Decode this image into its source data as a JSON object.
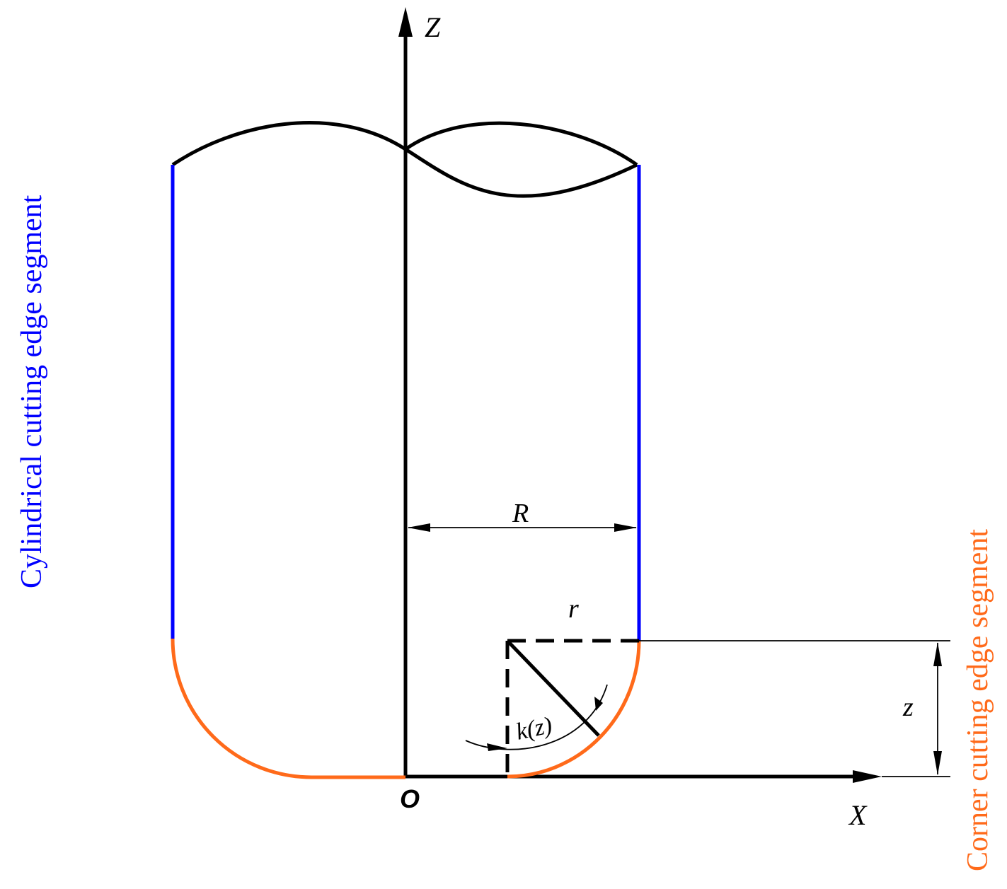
{
  "colors": {
    "cylindrical": "#0000ff",
    "corner": "#ff6a1a",
    "ink": "#000000"
  },
  "labels": {
    "z_axis": "Z",
    "x_axis": "X",
    "origin": "O",
    "tool_radius": "R",
    "corner_radius": "r",
    "height": "z",
    "angle": "k(z)",
    "cylindrical_segment": "Cylindrical cutting edge segment",
    "corner_segment": "Corner cutting edge segment"
  }
}
